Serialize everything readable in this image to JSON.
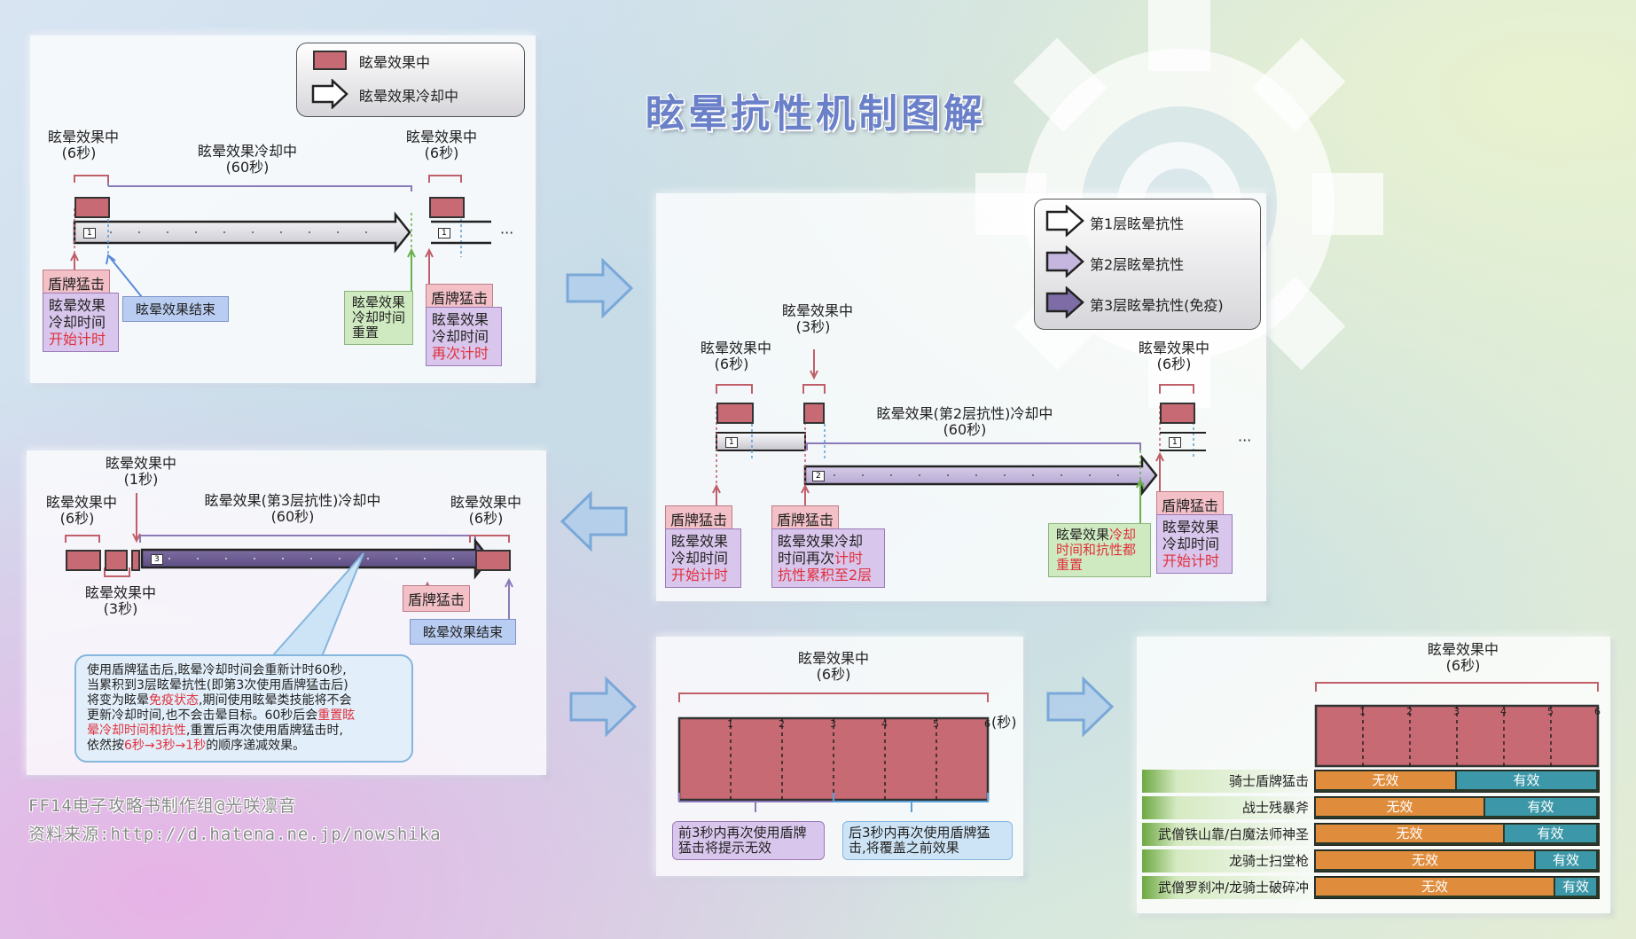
{
  "title": "眩晕抗性机制图解",
  "colors": {
    "stun": "#c86a73",
    "immune": "#6a5a8c",
    "orange": "#df8c3c",
    "teal": "#3c98a8"
  },
  "legend1": {
    "stun": "眩晕效果中",
    "cooldown": "眩晕效果冷却中"
  },
  "legend2": {
    "r1": "第1层眩晕抗性",
    "r2": "第2层眩晕抗性",
    "r3": "第3层眩晕抗性(免疫)"
  },
  "p1": {
    "stun_a": "眩晕效果中",
    "stun_a_t": "(6秒)",
    "cd": "眩晕效果冷却中",
    "cd_t": "(60秒)",
    "stun_b": "眩晕效果中",
    "stun_b_t": "(6秒)",
    "shield": "盾牌猛击",
    "tag1_l1": "眩晕效果",
    "tag1_l2": "冷却时间",
    "tag1_l3": "开始计时",
    "end": "眩晕效果结束",
    "reset_l1": "眩晕效果",
    "reset_l2": "冷却时间",
    "reset_l3": "重置",
    "shield2": "盾牌猛击",
    "tag2_l1": "眩晕效果",
    "tag2_l2": "冷却时间",
    "tag2_l3": "再次计时",
    "one": "1",
    "dots": "···"
  },
  "p2": {
    "stun_a": "眩晕效果中",
    "stun_a_t": "(6秒)",
    "stun_b": "眩晕效果中",
    "stun_b_t": "(3秒)",
    "cd": "眩晕效果(第2层抗性)冷却中",
    "cd_t": "(60秒)",
    "stun_c": "眩晕效果中",
    "stun_c_t": "(6秒)",
    "shield": "盾牌猛击",
    "tag1_l1": "眩晕效果",
    "tag1_l2": "冷却时间",
    "tag1_l3": "开始计时",
    "shield2": "盾牌猛击",
    "tag2_l1": "眩晕效果冷却",
    "tag2_l2a": "时间再次",
    "tag2_l2b": "计时",
    "tag2_l3": "抗性累积至2层",
    "reset_a": "眩晕效果",
    "reset_b": "冷却",
    "reset_c": "时间和抗性都",
    "reset_d": "重置",
    "shield3": "盾牌猛击",
    "tag3_l1": "眩晕效果",
    "tag3_l2": "冷却时间",
    "tag3_l3": "开始计时",
    "one": "1",
    "two": "2",
    "dots": "···"
  },
  "p3": {
    "stun_a": "眩晕效果中",
    "stun_a_t": "(6秒)",
    "stun_b": "眩晕效果中",
    "stun_b_t": "(1秒)",
    "cd": "眩晕效果(第3层抗性)冷却中",
    "cd_t": "(60秒)",
    "stun_c": "眩晕效果中",
    "stun_c_t": "(6秒)",
    "stun_d": "眩晕效果中",
    "stun_d_t": "(3秒)",
    "shield": "盾牌猛击",
    "end": "眩晕效果结束",
    "three": "3",
    "note_1": "使用盾牌猛击后,眩晕冷却时间会重新计时60秒,",
    "note_2": "当累积到3层眩晕抗性(即第3次使用盾牌猛击后)",
    "note_3a": "将变为眩晕",
    "note_3b": "免疫状态",
    "note_3c": ",期间使用眩晕类技能将不会",
    "note_4a": "更新冷却时间,也不会击晕目标。60秒后会",
    "note_4b": "重置眩",
    "note_5a": "晕冷却时间和抗性",
    "note_5b": ",重置后再次使用盾牌猛击时,",
    "note_6a": "依然按",
    "note_6b": "6秒→3秒→1秒",
    "note_6c": "的顺序递减效果。"
  },
  "p4": {
    "stun": "眩晕效果中",
    "stun_t": "(6秒)",
    "sec": "(秒)",
    "ticks": [
      "1",
      "2",
      "3",
      "4",
      "5",
      "6"
    ],
    "left": "前3秒内再次使用盾牌猛击将提示无效",
    "right": "后3秒内再次使用盾牌猛击,将覆盖之前效果"
  },
  "p5": {
    "stun": "眩晕效果中",
    "stun_t": "(6秒)",
    "ticks": [
      "1",
      "2",
      "3",
      "4",
      "5",
      "6"
    ],
    "rows": [
      {
        "label": "骑士盾牌猛击",
        "invalid": "无效",
        "valid": "有效",
        "invalid_frac": 0.5
      },
      {
        "label": "战士残暴斧",
        "invalid": "无效",
        "valid": "有效",
        "invalid_frac": 0.6
      },
      {
        "label": "武僧铁山靠/白魔法师神圣",
        "invalid": "无效",
        "valid": "有效",
        "invalid_frac": 0.67
      },
      {
        "label": "龙骑士扫堂枪",
        "invalid": "无效",
        "valid": "有效",
        "invalid_frac": 0.78
      },
      {
        "label": "武僧罗刹冲/龙骑士破碎冲",
        "invalid": "无效",
        "valid": "有效",
        "invalid_frac": 0.85
      }
    ]
  },
  "credits": {
    "line1": "FF14电子攻略书制作组@光咲凛音",
    "line2": "资料来源:http://d.hatena.ne.jp/nowshika"
  }
}
